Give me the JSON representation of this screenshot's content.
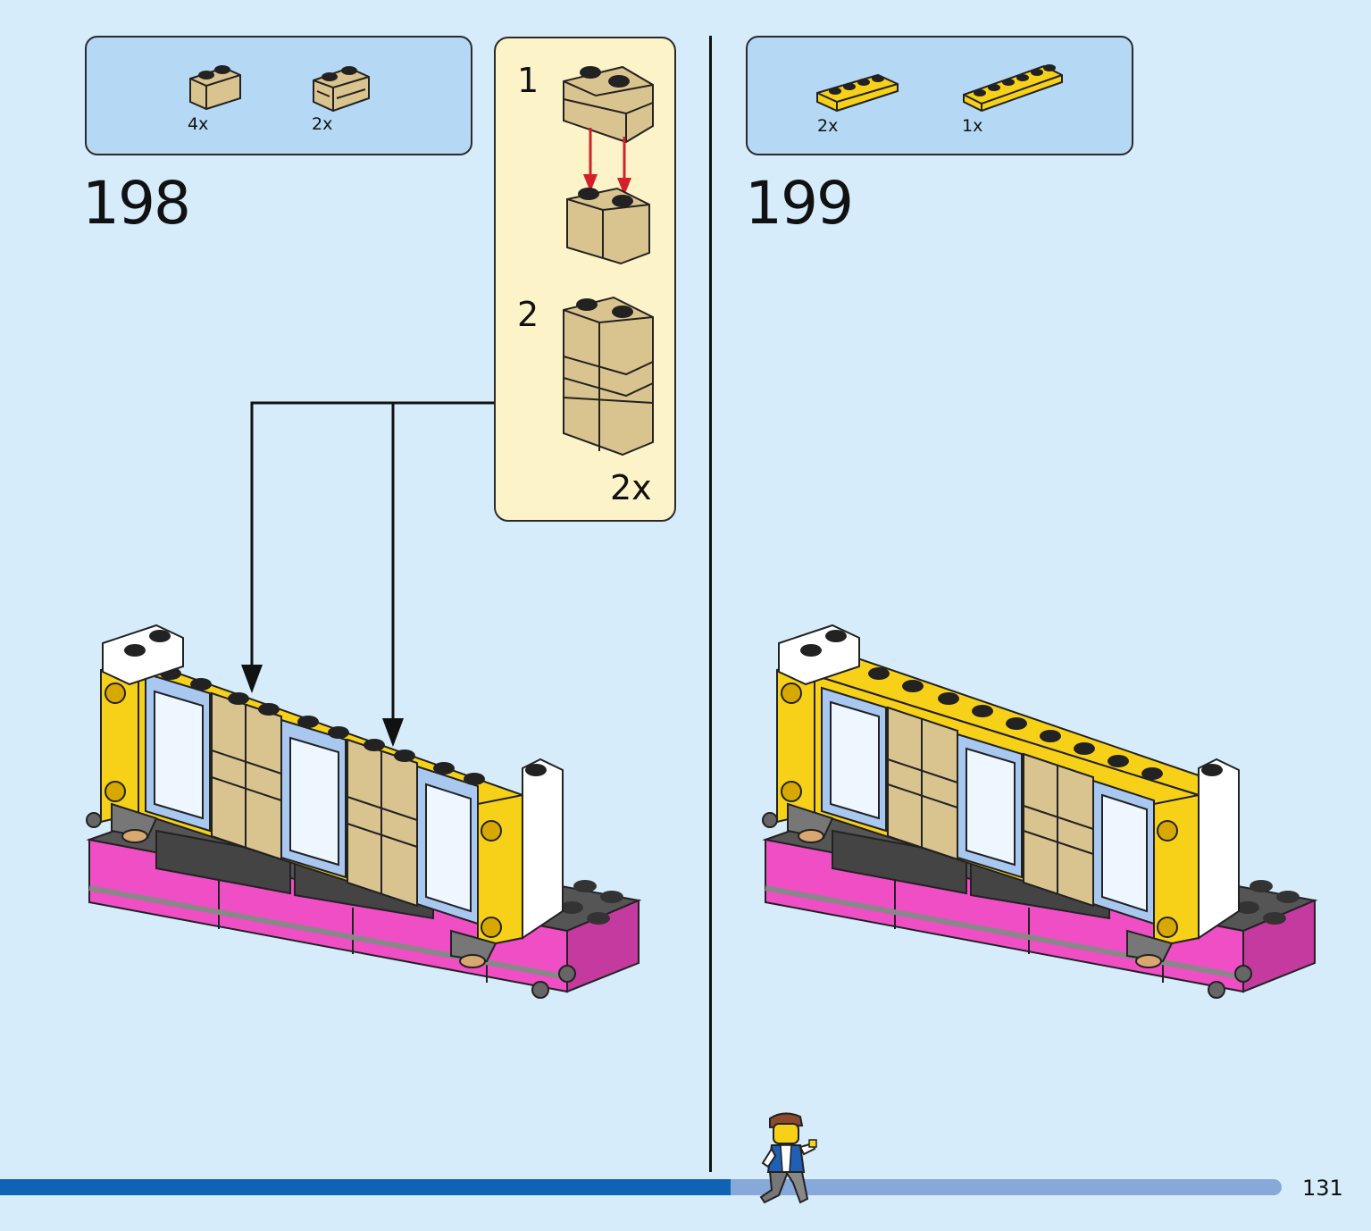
{
  "step198": {
    "number": "198",
    "parts": [
      {
        "icon": "tan-brick-1x2-round-icon",
        "qty": "4x"
      },
      {
        "icon": "tan-brick-1x2-masonry-icon",
        "qty": "2x"
      }
    ],
    "subassembly": {
      "steps": [
        "1",
        "2"
      ],
      "multiplier": "2x"
    }
  },
  "step199": {
    "number": "199",
    "parts": [
      {
        "icon": "yellow-plate-1x4-icon",
        "qty": "2x"
      },
      {
        "icon": "yellow-plate-1x6-icon",
        "qty": "1x"
      }
    ]
  },
  "progress": {
    "fraction": 0.57
  },
  "page_number": "131",
  "colors": {
    "background": "#d6ecfb",
    "parts_box": "#b5d9f5",
    "subassembly_box": "#fdf3c8",
    "progress_fill": "#0f63b4",
    "progress_track": "#86a9da",
    "tan": "#d9c38f",
    "yellow": "#f7d117",
    "magenta": "#ef4ec4",
    "dark_gray": "#555555",
    "arrow_red": "#d32029"
  }
}
